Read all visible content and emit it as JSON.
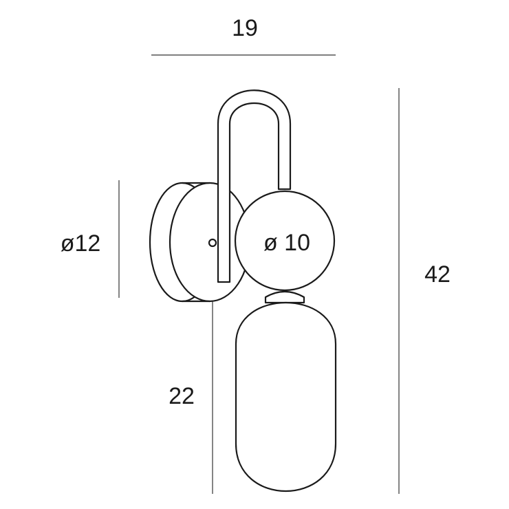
{
  "dimensions": {
    "width_label": "19",
    "base_diameter_label": "ø12",
    "globe_diameter_label": "ø 10",
    "pendant_height_label": "22",
    "total_height_label": "42"
  },
  "colors": {
    "line": "#1a1a1a",
    "background": "#ffffff"
  }
}
